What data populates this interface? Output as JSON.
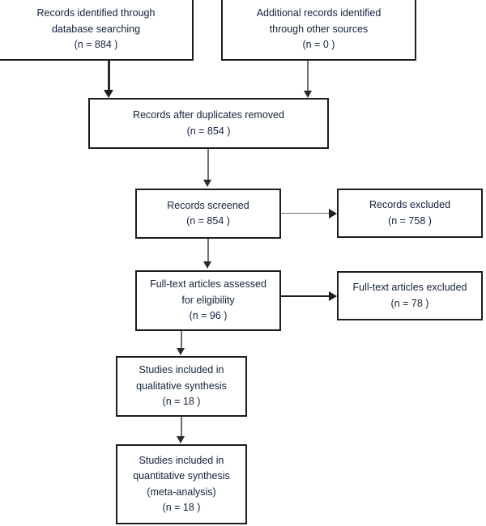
{
  "diagram": {
    "type": "prisma-flow-diagram",
    "boxes": {
      "identified_db": {
        "line1": "Records identified through",
        "line2": "database searching",
        "line3": "(n = 884 )",
        "n": 884
      },
      "identified_other": {
        "line1": "Additional records identified",
        "line2": "through other sources",
        "line3": "(n = 0 )",
        "n": 0
      },
      "duplicates_removed": {
        "line1": "Records after duplicates removed",
        "line2": "(n = 854 )",
        "n": 854
      },
      "records_screened": {
        "line1": "Records screened",
        "line2": "(n = 854 )",
        "n": 854
      },
      "records_excluded": {
        "line1": "Records excluded",
        "line2": "(n = 758 )",
        "n": 758
      },
      "fulltext_assessed": {
        "line1": "Full-text articles assessed",
        "line2": "for eligibility",
        "line3": "(n = 96 )",
        "n": 96
      },
      "fulltext_excluded": {
        "line1": "Full-text articles excluded",
        "line2": "(n = 78 )",
        "n": 78
      },
      "qualitative": {
        "line1": "Studies included in",
        "line2": "qualitative synthesis",
        "line3": "(n = 18 )",
        "n": 18
      },
      "quantitative": {
        "line1": "Studies included in",
        "line2": "quantitative synthesis",
        "line3": "(meta-analysis)",
        "line4": "(n = 18 )",
        "n": 18
      }
    },
    "colors": {
      "box_border": "#1d1d1d",
      "text": "#13213b",
      "connector_dark": "#2b2b2b",
      "connector_light": "#6f6f6f",
      "background": "#ffffff"
    }
  }
}
